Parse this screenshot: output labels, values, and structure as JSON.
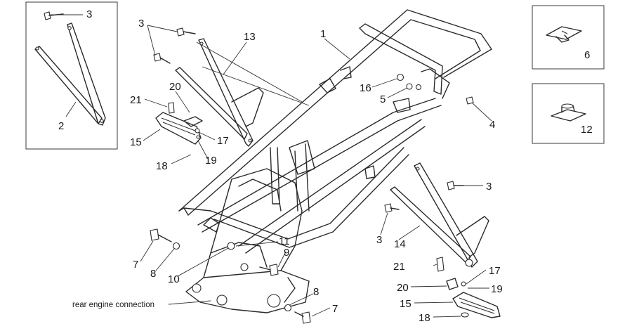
{
  "callouts": [
    {
      "id": "c2",
      "text": "2"
    },
    {
      "id": "c3a",
      "text": "3"
    },
    {
      "id": "c3b",
      "text": "3"
    },
    {
      "id": "c13",
      "text": "13"
    },
    {
      "id": "c1",
      "text": "1"
    },
    {
      "id": "c21a",
      "text": "21"
    },
    {
      "id": "c20a",
      "text": "20"
    },
    {
      "id": "c15a",
      "text": "15"
    },
    {
      "id": "c17a",
      "text": "17"
    },
    {
      "id": "c18a",
      "text": "18"
    },
    {
      "id": "c19a",
      "text": "19"
    },
    {
      "id": "c16",
      "text": "16"
    },
    {
      "id": "c5",
      "text": "5"
    },
    {
      "id": "c4",
      "text": "4"
    },
    {
      "id": "c6",
      "text": "6"
    },
    {
      "id": "c12",
      "text": "12"
    },
    {
      "id": "c3c",
      "text": "3"
    },
    {
      "id": "c3d",
      "text": "3"
    },
    {
      "id": "c14",
      "text": "14"
    },
    {
      "id": "c7a",
      "text": "7"
    },
    {
      "id": "c8a",
      "text": "8"
    },
    {
      "id": "c10",
      "text": "10"
    },
    {
      "id": "c11",
      "text": "11"
    },
    {
      "id": "c9",
      "text": "9"
    },
    {
      "id": "c21b",
      "text": "21"
    },
    {
      "id": "c17b",
      "text": "17"
    },
    {
      "id": "c20b",
      "text": "20"
    },
    {
      "id": "c19b",
      "text": "19"
    },
    {
      "id": "c15b",
      "text": "15"
    },
    {
      "id": "c18b",
      "text": "18"
    },
    {
      "id": "c8b",
      "text": "8"
    },
    {
      "id": "c7b",
      "text": "7"
    }
  ],
  "caption": "rear engine connection"
}
